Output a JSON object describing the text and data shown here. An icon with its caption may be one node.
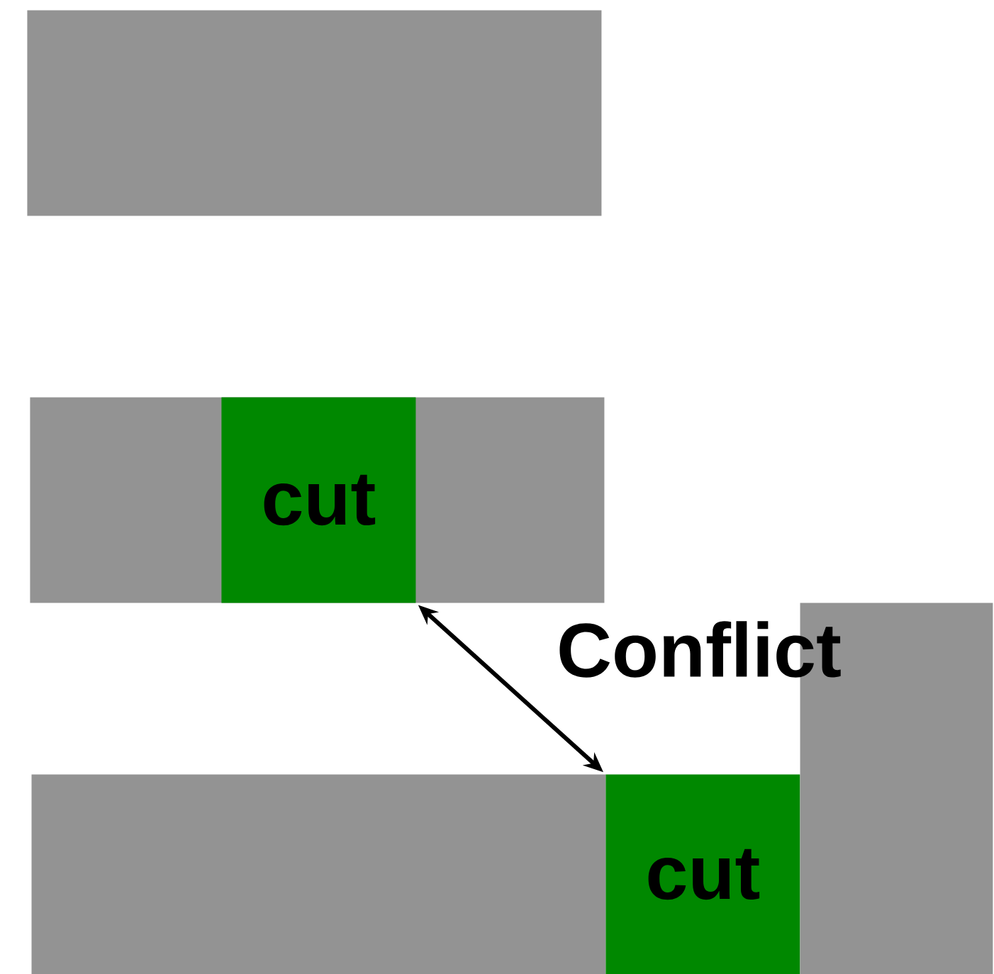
{
  "diagram": {
    "nodes": [
      {
        "text": [],
        "shape": "box"
      },
      {
        "text": [],
        "shape": "box"
      },
      {
        "text": [
          "cut"
        ],
        "in": 1
      },
      {
        "text": [],
        "shape": "box"
      },
      {
        "text": [
          "cut"
        ]
      },
      {
        "text": [],
        "shape": "box"
      }
    ],
    "edges": [
      {
        "from": 2,
        "to": 4,
        "arrow": "both",
        "label": "Conflict"
      }
    ]
  }
}
